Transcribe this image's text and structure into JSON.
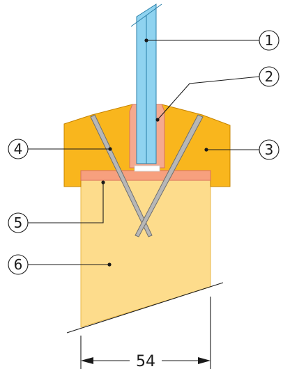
{
  "diagram": {
    "callouts": [
      {
        "id": "1",
        "label": "1"
      },
      {
        "id": "2",
        "label": "2"
      },
      {
        "id": "3",
        "label": "3"
      },
      {
        "id": "4",
        "label": "4"
      },
      {
        "id": "5",
        "label": "5"
      },
      {
        "id": "6",
        "label": "6"
      }
    ],
    "dimension": {
      "value": "54"
    },
    "colors": {
      "glass": "#8fd3f0",
      "glass_edge": "#2a7fa8",
      "seal": "#f5a98f",
      "profile": "#f9b61d",
      "profile_edge": "#c78400",
      "base": "#fddc8c",
      "strip": "#f7a07e",
      "spike": "#b7b7b7",
      "line": "#1a1a1a"
    }
  }
}
